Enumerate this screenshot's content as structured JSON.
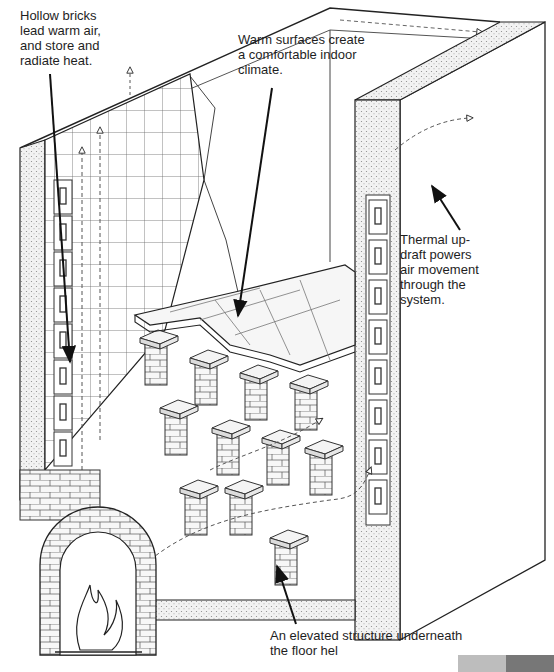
{
  "diagram": {
    "labels": [
      "Hollow bricks lead warm air, and store and radiate heat.",
      "Warm surfaces create a comfortable indoor climate.",
      "Thermal up-draft powers air movement through the system.",
      "An elevated structure underneath the floor hel"
    ]
  }
}
